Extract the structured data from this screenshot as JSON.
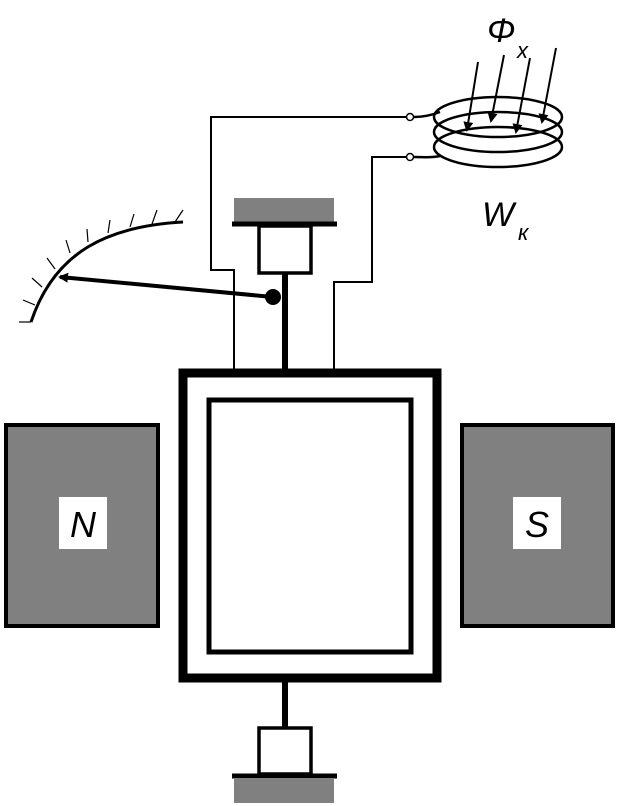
{
  "labels": {
    "north_pole": "N",
    "south_pole": "S",
    "flux_symbol": "Φ",
    "flux_subscript": "x",
    "coil_symbol": "W",
    "coil_subscript": "к"
  },
  "colors": {
    "magnet_fill": "#808080",
    "mount_fill": "#808080",
    "stroke": "#000000",
    "background": "#ffffff"
  }
}
